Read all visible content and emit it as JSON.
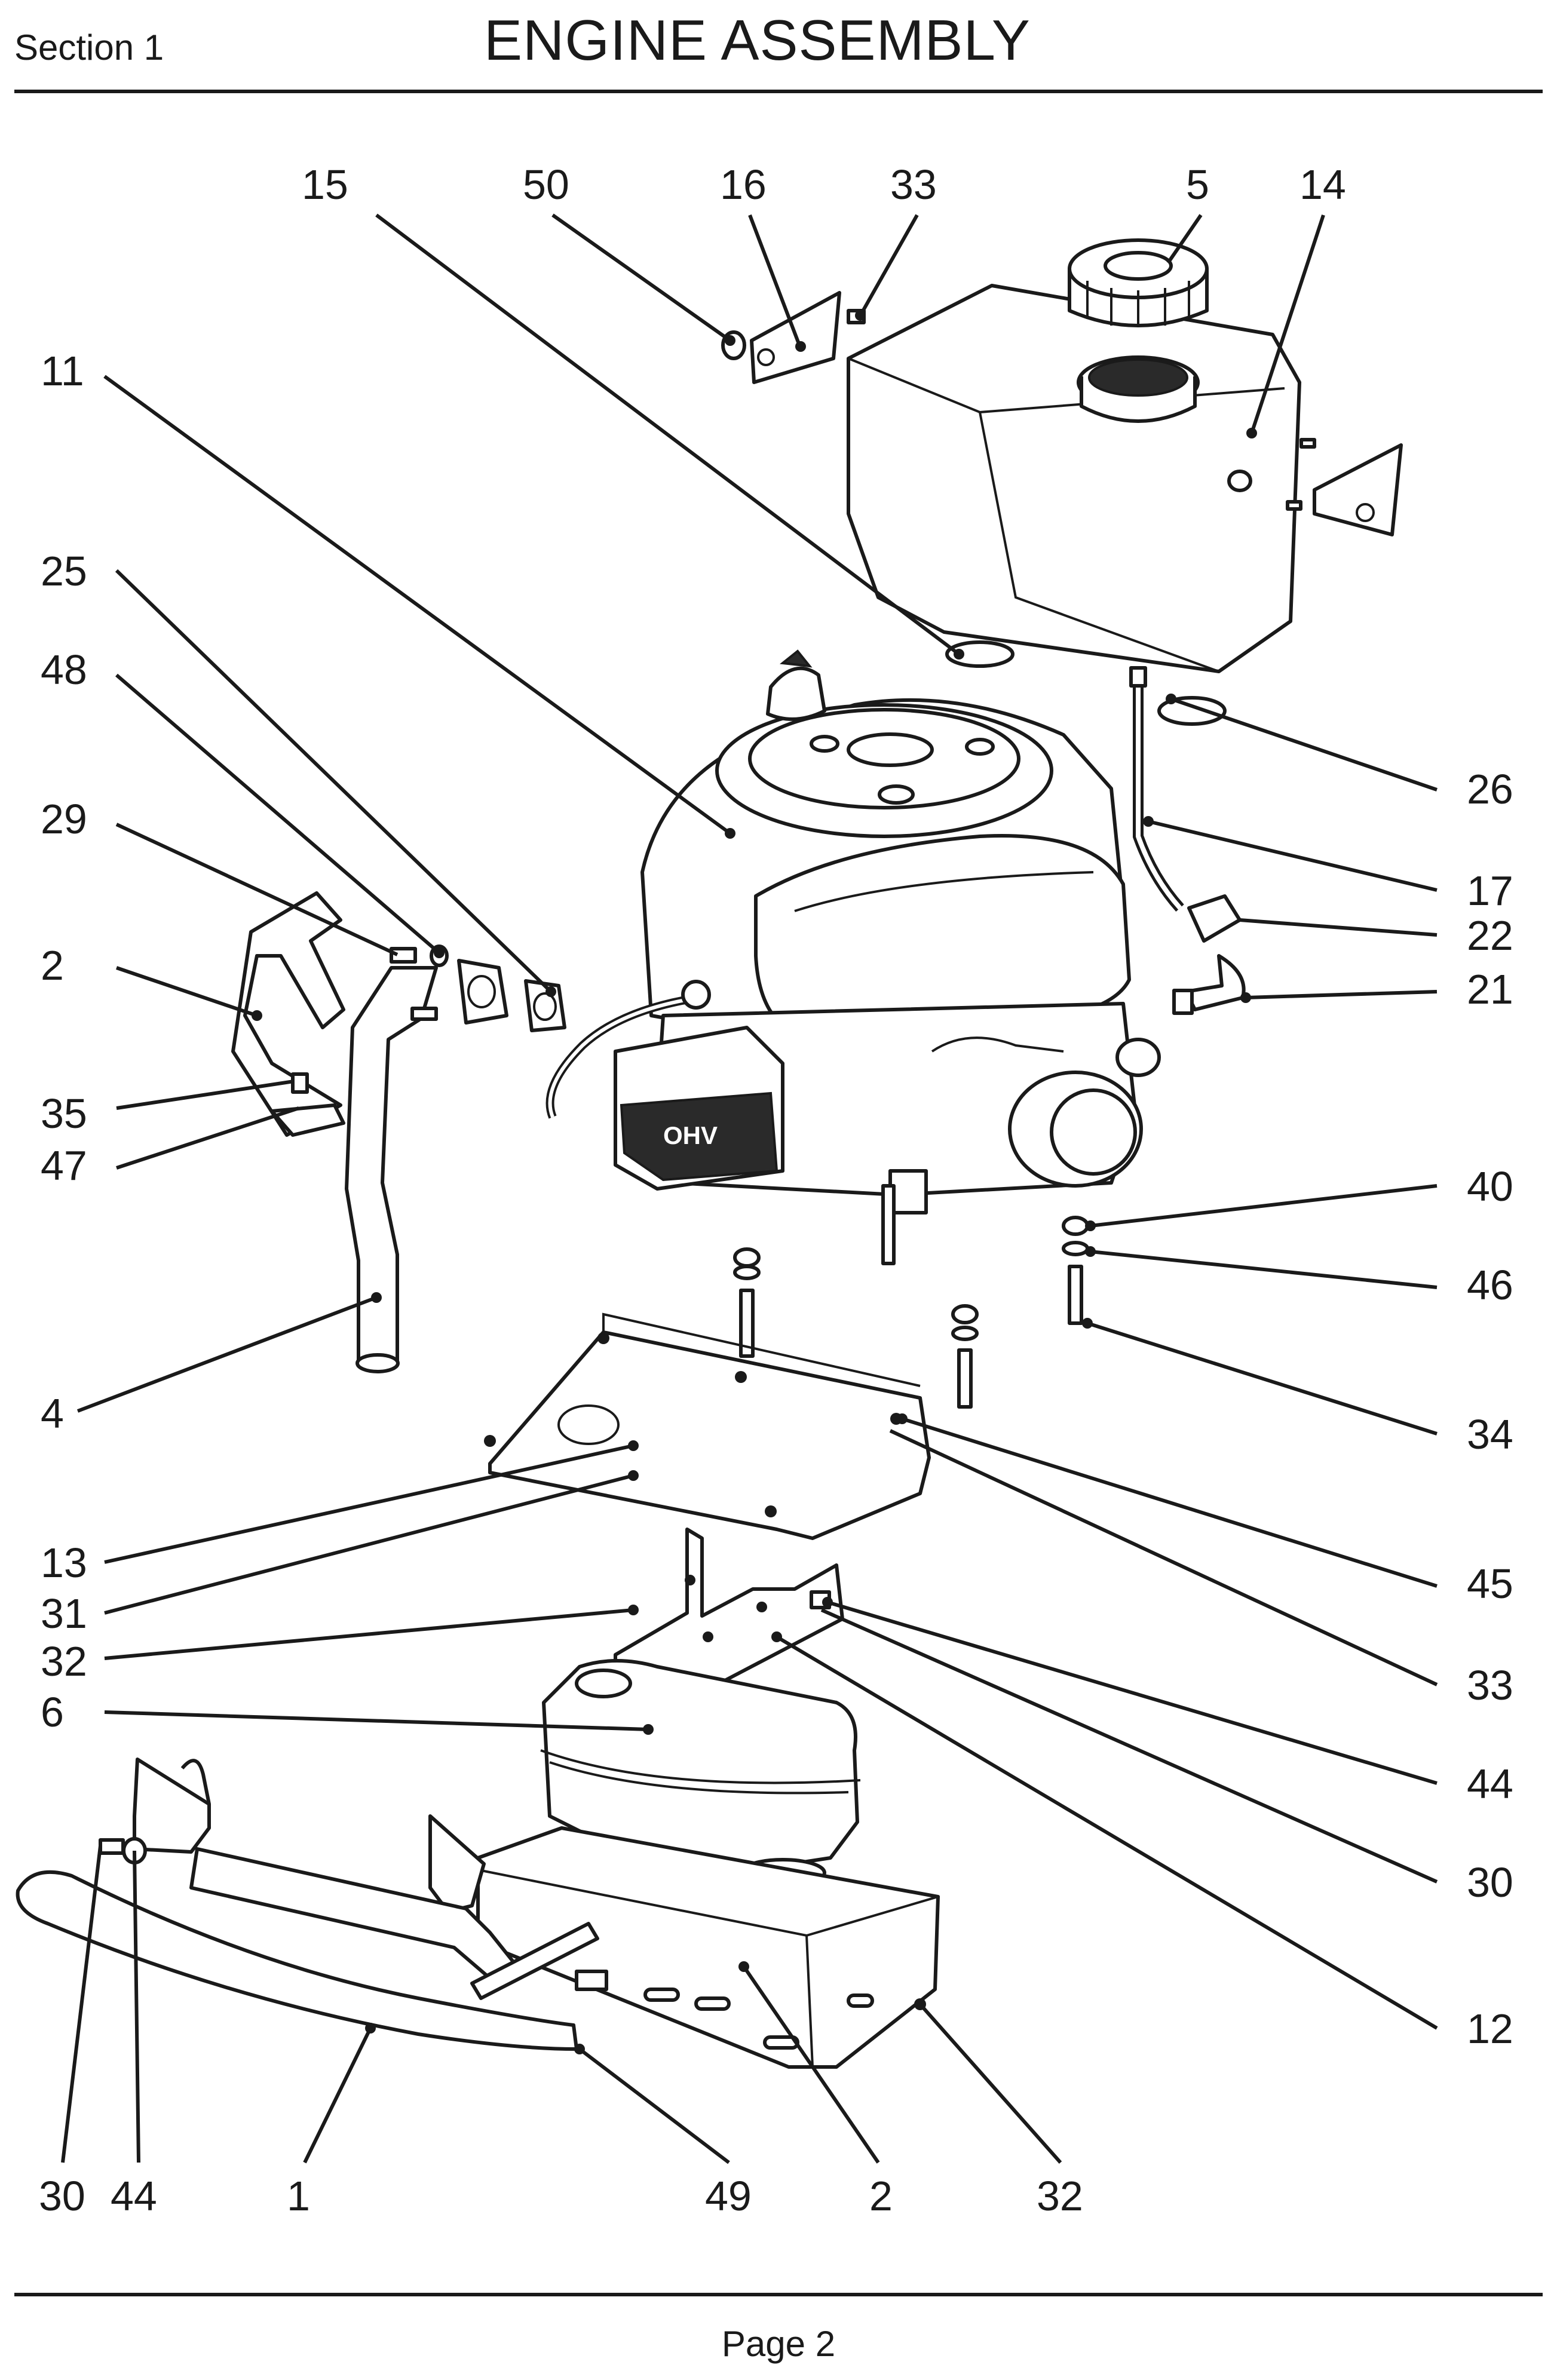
{
  "header": {
    "section": "Section 1",
    "title": "ENGINE ASSEMBLY"
  },
  "footer": {
    "page": "Page 2"
  },
  "engine_badge": "OHV",
  "callouts": {
    "c15": "15",
    "c50": "50",
    "c16": "16",
    "c33a": "33",
    "c5": "5",
    "c14": "14",
    "c11": "11",
    "c25": "25",
    "c48": "48",
    "c29": "29",
    "c2a": "2",
    "c35": "35",
    "c47": "47",
    "c4": "4",
    "c13": "13",
    "c31": "31",
    "c32a": "32",
    "c6": "6",
    "c26": "26",
    "c17": "17",
    "c22": "22",
    "c21": "21",
    "c40": "40",
    "c46": "46",
    "c34": "34",
    "c45": "45",
    "c33b": "33",
    "c44a": "44",
    "c30a": "30",
    "c12": "12",
    "c30b": "30",
    "c44b": "44",
    "c1": "1",
    "c49": "49",
    "c2b": "2",
    "c32b": "32"
  }
}
